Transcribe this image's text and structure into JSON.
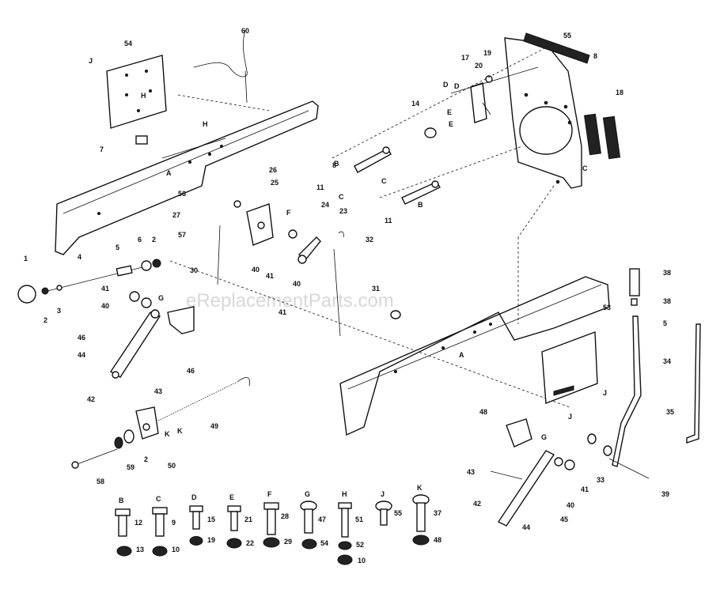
{
  "watermark": "eReplacementParts.com",
  "part_callouts": [
    {
      "id": "c54a",
      "text": "54"
    },
    {
      "id": "c60",
      "text": "60"
    },
    {
      "id": "c55",
      "text": "55"
    },
    {
      "id": "c8a",
      "text": "8"
    },
    {
      "id": "c17",
      "text": "17"
    },
    {
      "id": "c20",
      "text": "20"
    },
    {
      "id": "c19",
      "text": "19"
    },
    {
      "id": "c18",
      "text": "18"
    },
    {
      "id": "c14",
      "text": "14"
    },
    {
      "id": "c7",
      "text": "7"
    },
    {
      "id": "c56",
      "text": "56"
    },
    {
      "id": "c26",
      "text": "26"
    },
    {
      "id": "c25",
      "text": "25"
    },
    {
      "id": "c27",
      "text": "27"
    },
    {
      "id": "c24",
      "text": "24"
    },
    {
      "id": "c23",
      "text": "23"
    },
    {
      "id": "c57",
      "text": "57"
    },
    {
      "id": "c32",
      "text": "32"
    },
    {
      "id": "c8b",
      "text": "8"
    },
    {
      "id": "c11a",
      "text": "11"
    },
    {
      "id": "c11b",
      "text": "11"
    },
    {
      "id": "c1",
      "text": "1"
    },
    {
      "id": "c4",
      "text": "4"
    },
    {
      "id": "c5a",
      "text": "5"
    },
    {
      "id": "c6",
      "text": "6"
    },
    {
      "id": "c2a",
      "text": "2"
    },
    {
      "id": "c2b",
      "text": "2"
    },
    {
      "id": "c3",
      "text": "3"
    },
    {
      "id": "c30",
      "text": "30"
    },
    {
      "id": "c40a",
      "text": "40"
    },
    {
      "id": "c41a",
      "text": "41"
    },
    {
      "id": "c40b",
      "text": "40"
    },
    {
      "id": "c31",
      "text": "31"
    },
    {
      "id": "c41b",
      "text": "41"
    },
    {
      "id": "c41c",
      "text": "41"
    },
    {
      "id": "c40c",
      "text": "40"
    },
    {
      "id": "c46a",
      "text": "46"
    },
    {
      "id": "c44a",
      "text": "44"
    },
    {
      "id": "c42a",
      "text": "42"
    },
    {
      "id": "c43a",
      "text": "43"
    },
    {
      "id": "c46b",
      "text": "46"
    },
    {
      "id": "c53",
      "text": "53"
    },
    {
      "id": "c38a",
      "text": "38"
    },
    {
      "id": "c38b",
      "text": "38"
    },
    {
      "id": "c5b",
      "text": "5"
    },
    {
      "id": "c34",
      "text": "34"
    },
    {
      "id": "c35",
      "text": "35"
    },
    {
      "id": "c49",
      "text": "49"
    },
    {
      "id": "c2c",
      "text": "2"
    },
    {
      "id": "c59",
      "text": "59"
    },
    {
      "id": "c50",
      "text": "50"
    },
    {
      "id": "c58",
      "text": "58"
    },
    {
      "id": "c48a",
      "text": "48"
    },
    {
      "id": "c43b",
      "text": "43"
    },
    {
      "id": "c42b",
      "text": "42"
    },
    {
      "id": "c44b",
      "text": "44"
    },
    {
      "id": "c45",
      "text": "45"
    },
    {
      "id": "c40d",
      "text": "40"
    },
    {
      "id": "c41d",
      "text": "41"
    },
    {
      "id": "c33",
      "text": "33"
    },
    {
      "id": "c39",
      "text": "39"
    }
  ],
  "connection_letters": [
    {
      "id": "lJ1",
      "text": "J"
    },
    {
      "id": "lH1",
      "text": "H"
    },
    {
      "id": "lH2",
      "text": "H"
    },
    {
      "id": "lD1",
      "text": "D"
    },
    {
      "id": "lD2",
      "text": "D"
    },
    {
      "id": "lE1",
      "text": "E"
    },
    {
      "id": "lE2",
      "text": "E"
    },
    {
      "id": "lC1",
      "text": "C"
    },
    {
      "id": "lC2",
      "text": "C"
    },
    {
      "id": "lC3",
      "text": "C"
    },
    {
      "id": "lB1",
      "text": "B"
    },
    {
      "id": "lB2",
      "text": "B"
    },
    {
      "id": "lF1",
      "text": "F"
    },
    {
      "id": "lG1",
      "text": "G"
    },
    {
      "id": "lG2",
      "text": "G"
    },
    {
      "id": "lK1",
      "text": "K"
    },
    {
      "id": "lK2",
      "text": "K"
    },
    {
      "id": "lJ2",
      "text": "J"
    },
    {
      "id": "lJ3",
      "text": "J"
    },
    {
      "id": "lA1",
      "text": "A"
    },
    {
      "id": "lA2",
      "text": "A"
    }
  ],
  "hardware_legend": [
    {
      "letter": "B",
      "bolt": "12",
      "nut": "13"
    },
    {
      "letter": "C",
      "bolt": "9",
      "nut": "10"
    },
    {
      "letter": "D",
      "bolt": "15",
      "nut": "19"
    },
    {
      "letter": "E",
      "bolt": "21",
      "nut": "22"
    },
    {
      "letter": "F",
      "bolt": "28",
      "nut": "29"
    },
    {
      "letter": "G",
      "bolt": "47",
      "nut": "54"
    },
    {
      "letter": "H",
      "bolt": "51",
      "nut": "52",
      "extra": "10"
    },
    {
      "letter": "J",
      "bolt": "55",
      "nut": ""
    },
    {
      "letter": "K",
      "bolt": "37",
      "nut": "48"
    }
  ]
}
